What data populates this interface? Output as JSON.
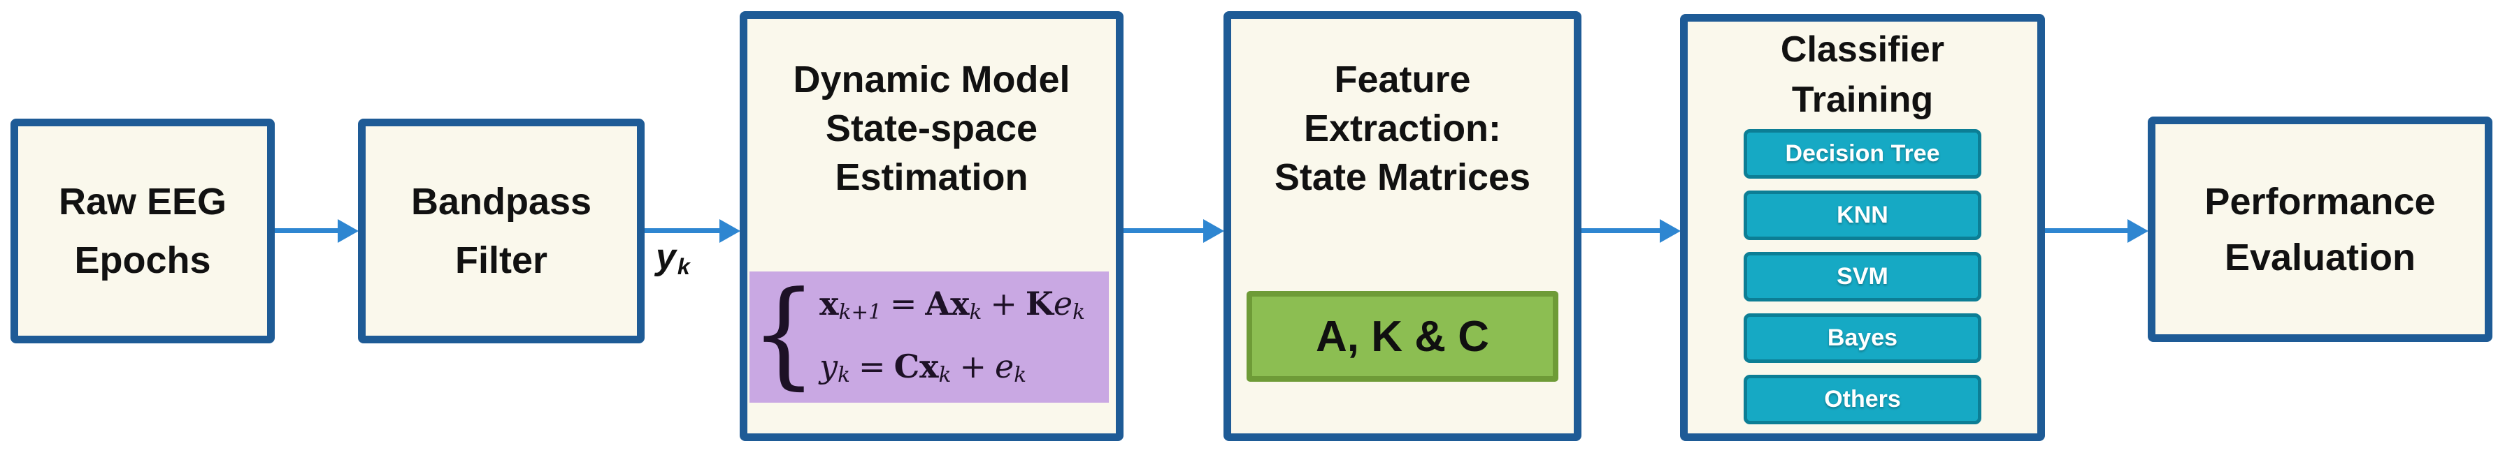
{
  "colors": {
    "box-border": "#1e5b96",
    "box-fill": "#faf8ec",
    "arrow": "#2e86d1",
    "teal-fill": "#16a9c4",
    "teal-border": "#0c7e95",
    "green-fill": "#8cbe52",
    "green-border": "#6e9b37",
    "purple": "#c9a8e3",
    "equation-ink": "#1d1126",
    "text": "#111111",
    "button-text": "#ffffff"
  },
  "boxes": {
    "raw": {
      "lines": [
        "Raw EEG",
        "Epochs"
      ]
    },
    "bandpass": {
      "lines": [
        "Bandpass",
        "Filter"
      ]
    },
    "dynamic": {
      "lines": [
        "Dynamic Model",
        "State-space",
        "Estimation"
      ],
      "equations": {
        "brace": "{",
        "line1": {
          "x": "x",
          "sub1": "k+1",
          "eq": "=",
          "ax": "Ax",
          "sub2": "k",
          "plus": "+",
          "k": "K",
          "e": "e",
          "sub3": "k"
        },
        "line2": {
          "y": "y",
          "sub1": "k",
          "eq": "=",
          "cx": "Cx",
          "sub2": "k",
          "plus": "+",
          "e": "e",
          "sub3": "k"
        }
      }
    },
    "feature": {
      "lines": [
        "Feature",
        "Extraction:",
        "State Matrices"
      ],
      "chip": "A, K & C"
    },
    "classifier": {
      "lines": [
        "Classifier",
        "Training"
      ],
      "buttons": [
        "Decision Tree",
        "KNN",
        "SVM",
        "Bayes",
        "Others"
      ]
    },
    "performance": {
      "lines": [
        "Performance",
        "Evaluation"
      ]
    }
  },
  "arrow_label": {
    "base": "y",
    "sub": "k"
  }
}
